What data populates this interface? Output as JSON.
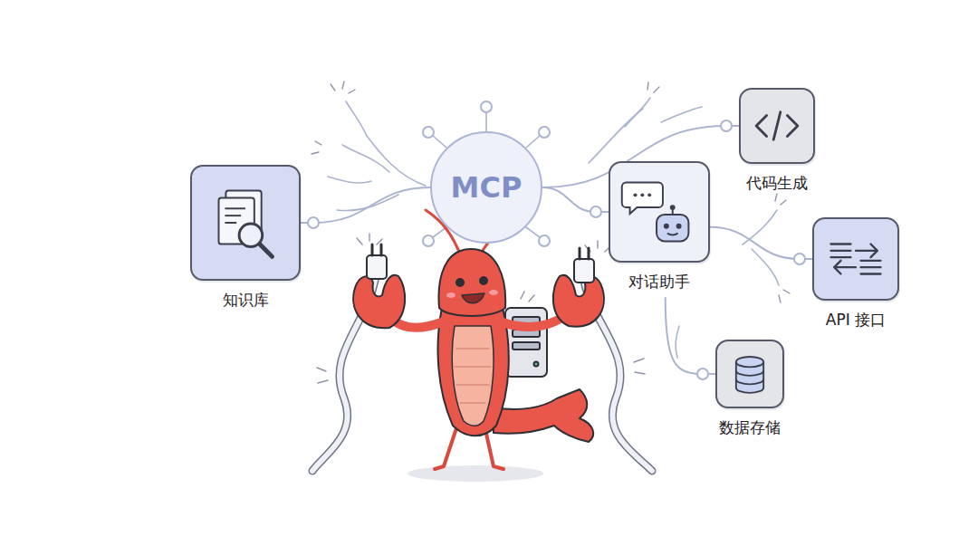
{
  "diagram": {
    "nodes": [
      {
        "text": [
          "MCP"
        ]
      },
      {
        "text": [
          "知识库"
        ]
      },
      {
        "text": [
          "代码生成"
        ]
      },
      {
        "text": [
          "对话助手"
        ]
      },
      {
        "text": [
          "API 接口"
        ]
      },
      {
        "text": [
          "数据存储"
        ]
      }
    ],
    "edges": [
      {
        "from": 0,
        "to": 1,
        "arrow": "none"
      },
      {
        "from": 0,
        "to": 2,
        "arrow": "none"
      },
      {
        "from": 0,
        "to": 3,
        "arrow": "none"
      },
      {
        "from": 3,
        "to": 4,
        "arrow": "none"
      },
      {
        "from": 3,
        "to": 5,
        "arrow": "none"
      }
    ]
  }
}
